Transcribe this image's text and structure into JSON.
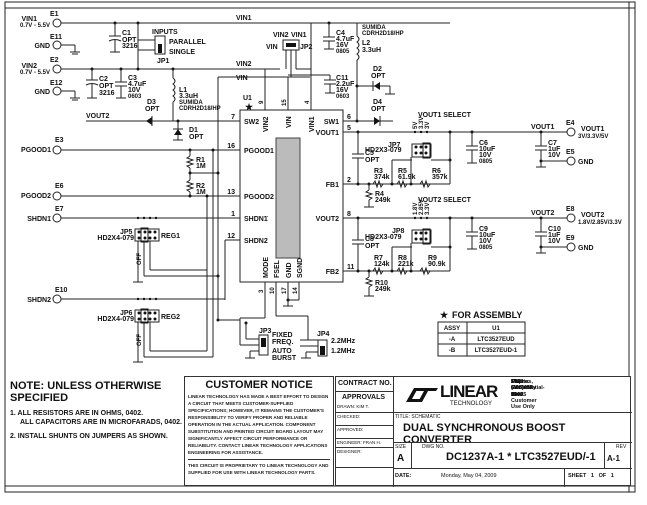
{
  "terminals": [
    {
      "id": "E1",
      "label": "VIN1",
      "sub": "0.7V - 5.5V"
    },
    {
      "id": "E11",
      "label": "GND"
    },
    {
      "id": "E2",
      "label": "VIN2",
      "sub": "0.7V - 5.5V"
    },
    {
      "id": "E12",
      "label": "GND"
    },
    {
      "id": "E3",
      "label": "PGOOD1"
    },
    {
      "id": "E6",
      "label": "PGOOD2"
    },
    {
      "id": "E7",
      "label": "SHDN1"
    },
    {
      "id": "E10",
      "label": "SHDN2"
    },
    {
      "id": "E4",
      "label": "VOUT1",
      "sub": "3V/3.3V/5V"
    },
    {
      "id": "E5",
      "label": "GND"
    },
    {
      "id": "E8",
      "label": "VOUT2",
      "sub": "1.8V/2.85V/3.3V"
    },
    {
      "id": "E9",
      "label": "GND"
    }
  ],
  "nets": {
    "vin1": "VIN1",
    "vin2": "VIN2",
    "vin": "VIN",
    "vout1": "VOUT1",
    "vout2": "VOUT2"
  },
  "components": {
    "C1": [
      "C1",
      "OPT",
      "3216"
    ],
    "C2": [
      "C2",
      "OPT",
      "3216"
    ],
    "C3": [
      "C3",
      "4.7uF",
      "10V",
      "0603"
    ],
    "C4": [
      "C4",
      "4.7uF",
      "16V",
      "0805"
    ],
    "C11": [
      "C11",
      "2.2uF",
      "16V",
      "0603"
    ],
    "L1": [
      "L1",
      "3.3uH",
      "SUMIDA",
      "CDRH2D18/HP"
    ],
    "L2": [
      "SUMIDA",
      "CDRH2D18/HP",
      "L2",
      "3.3uH"
    ],
    "D1": [
      "D1",
      "OPT"
    ],
    "D2": [
      "D2",
      "OPT"
    ],
    "D3": [
      "D3",
      "OPT"
    ],
    "D4": [
      "D4",
      "OPT"
    ],
    "R1": [
      "R1",
      "1M"
    ],
    "R2": [
      "R2",
      "1M"
    ],
    "R3": [
      "R3",
      "374k"
    ],
    "R4": [
      "R4",
      "249k"
    ],
    "R5": [
      "R5",
      "61.9k"
    ],
    "R6": [
      "R6",
      "357k"
    ],
    "R7": [
      "R7",
      "124k"
    ],
    "R8": [
      "R8",
      "221k"
    ],
    "R9": [
      "R9",
      "90.9k"
    ],
    "R10": [
      "R10",
      "249k"
    ],
    "C5": [
      "C5",
      "OPT"
    ],
    "C6": [
      "C6",
      "10uF",
      "10V",
      "0805"
    ],
    "C7": [
      "C7",
      "1uF",
      "10V"
    ],
    "C8": [
      "C8",
      "OPT"
    ],
    "C9": [
      "C9",
      "10uF",
      "10V",
      "0805"
    ],
    "C10": [
      "C10",
      "1uF",
      "10V"
    ]
  },
  "jumpers": {
    "JP1": {
      "name": "JP1",
      "title": "INPUTS",
      "opts": [
        "PARALLEL",
        "SINGLE"
      ]
    },
    "JP2": {
      "name": "JP2",
      "labels": [
        "VIN2",
        "VIN1",
        "VIN"
      ]
    },
    "JP3": {
      "name": "JP3",
      "opts": [
        "FIXED",
        "FREQ.",
        "AUTO",
        "BURST"
      ]
    },
    "JP4": {
      "name": "JP4",
      "opts": [
        "2.2MHz",
        "1.2MHz"
      ]
    },
    "JP5": {
      "name": "JP5",
      "part": "HD2X4-079",
      "tag": "REG1",
      "opts": "OFF"
    },
    "JP6": {
      "name": "JP6",
      "part": "HD2X4-079",
      "tag": "REG2",
      "opts": "OFF"
    },
    "JP7": {
      "name": "JP7",
      "part": "HD2X3-079",
      "title": "VOUT1 SELECT",
      "opts": [
        "5V",
        "3.3V",
        "3V"
      ]
    },
    "JP8": {
      "name": "JP8",
      "part": "HD2X3-079",
      "title": "VOUT2 SELECT",
      "opts": [
        "3.3V",
        "2.85V",
        "1.8V"
      ]
    }
  },
  "ic": {
    "ref": "U1",
    "left_pins": [
      {
        "num": "7",
        "name": "SW2"
      },
      {
        "num": "16",
        "name": "PGOOD1"
      },
      {
        "num": "13",
        "name": "PGOOD2"
      },
      {
        "num": "1",
        "name": "SHDN1"
      },
      {
        "num": "12",
        "name": "SHDN2"
      }
    ],
    "right_pins": [
      {
        "num": "6",
        "name": "SW1"
      },
      {
        "num": "5",
        "name": "VOUT1"
      },
      {
        "num": "2",
        "name": "FB1"
      },
      {
        "num": "8",
        "name": "VOUT2"
      },
      {
        "num": "11",
        "name": "FB2"
      }
    ],
    "top_pins": [
      {
        "num": "9",
        "name": "VIN2"
      },
      {
        "num": "15",
        "name": "VIN"
      },
      {
        "num": "4",
        "name": "VIN1"
      }
    ],
    "bottom_pins": [
      {
        "num": "3",
        "name": "MODE"
      },
      {
        "num": "10",
        "name": "FSEL"
      },
      {
        "num": "17",
        "name": "GND"
      },
      {
        "num": "14",
        "name": "SGND"
      }
    ]
  },
  "assembly": {
    "title": "FOR ASSEMBLY",
    "headers": [
      "ASSY",
      "U1"
    ],
    "rows": [
      [
        "-A",
        "LTC3527EUD"
      ],
      [
        "-B",
        "LTC3527EUD-1"
      ]
    ]
  },
  "notes": {
    "title": "NOTE: UNLESS OTHERWISE SPECIFIED",
    "items": [
      "1.  ALL RESISTORS ARE IN OHMS, 0402.",
      "ALL CAPACITORS ARE IN MICROFARADS, 0402.",
      "2.  INSTALL SHUNTS ON JUMPERS AS SHOWN."
    ]
  },
  "customer_notice": {
    "title": "CUSTOMER NOTICE",
    "body": "LINEAR TECHNOLOGY HAS MADE A BEST EFFORT TO DESIGN A CIRCUIT THAT MEETS CUSTOMER-SUPPLIED SPECIFICATIONS; HOWEVER, IT REMAINS THE CUSTOMER'S RESPONSIBILITY TO VERIFY PROPER AND RELIABLE OPERATION IN THE ACTUAL APPLICATION. COMPONENT SUBSTITUTION AND PRINTED CIRCUIT BOARD LAYOUT MAY SIGNIFICANTLY AFFECT CIRCUIT PERFORMANCE OR RELIABILITY. CONTACT LINEAR TECHNOLOGY APPLICATIONS ENGINEERING FOR ASSISTANCE.",
    "proprietary": "THIS CIRCUIT IS PROPRIETARY TO LINEAR TECHNOLOGY AND SUPPLIED FOR USE WITH LINEAR TECHNOLOGY PARTS."
  },
  "title_block": {
    "contract": "CONTRACT NO.",
    "approvals": "APPROVALS",
    "drawn": "DRAWN:    KIM T.",
    "checked": "CHECKED:",
    "approved": "APPROVED:",
    "engineer": "ENGINEER: FRAN H.",
    "designer": "DESIGNER:",
    "logo": "LINEAR",
    "logo_sub": "TECHNOLOGY",
    "address": [
      "1630 McCarthy Blvd.",
      "Milpitas, CA 95035",
      "Phone: (408)432-1900",
      "Fax: (408)434-0507",
      "LTC Confidential-For Customer Use Only"
    ],
    "title_label": "TITLE:  SCHEMATIC",
    "title": "DUAL SYNCHRONOUS BOOST CONVERTER",
    "size_label": "SIZE",
    "size": "A",
    "dwg_label": "DWG NO.",
    "dwg": "DC1237A-1 * LTC3527EUD/-1",
    "rev_label": "REV",
    "rev": "A-1",
    "date_label": "DATE:",
    "date": "Monday, May 04, 2009",
    "sheet": "SHEET   1   OF   1"
  }
}
